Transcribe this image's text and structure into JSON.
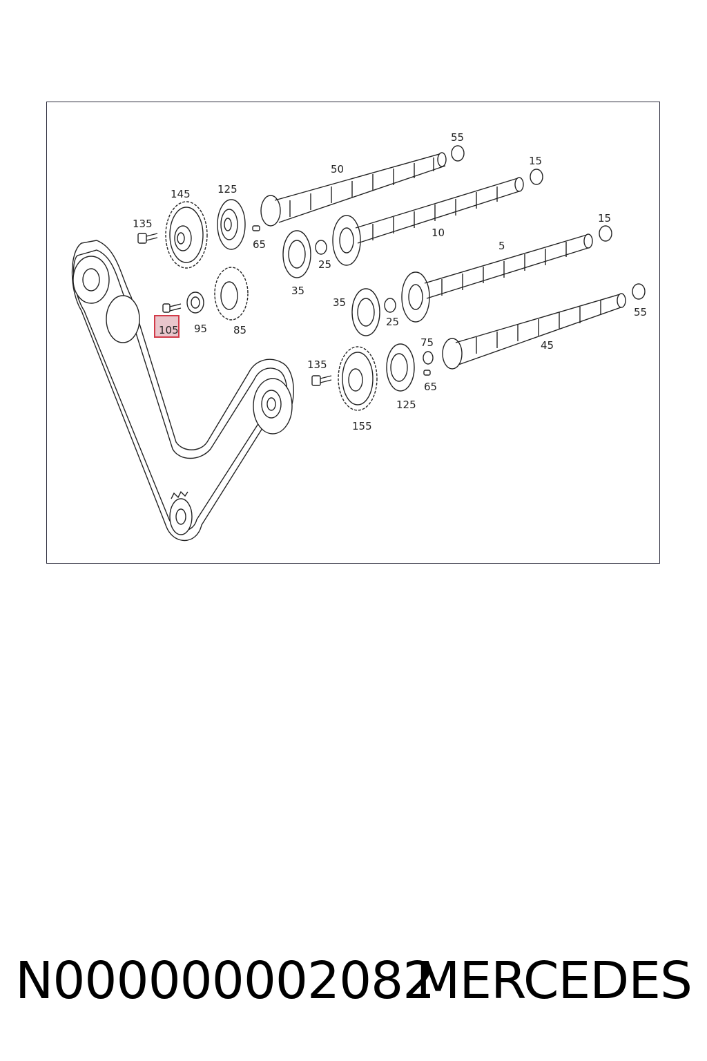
{
  "diagram": {
    "highlighted_label": "105",
    "labels": {
      "l55a": "55",
      "l50": "50",
      "l15a": "15",
      "l145": "145",
      "l125a": "125",
      "l135a": "135",
      "l65a": "65",
      "l10": "10",
      "l15b": "15",
      "l25a": "25",
      "l5": "5",
      "l35a": "35",
      "l35b": "35",
      "l25b": "25",
      "l55b": "55",
      "l105": "105",
      "l95": "95",
      "l85": "85",
      "l75": "75",
      "l45": "45",
      "l135b": "135",
      "l65b": "65",
      "l125b": "125",
      "l155": "155"
    }
  },
  "footer": {
    "part_number": "N000000002082",
    "brand": "MERCEDES"
  }
}
